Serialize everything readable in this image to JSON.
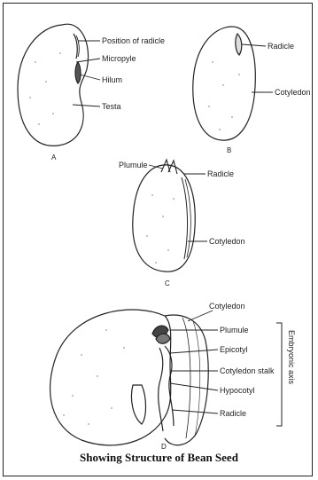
{
  "figures": {
    "A": {
      "letter": "A",
      "labels": [
        "Position of radicle",
        "Micropyle",
        "Hilum",
        "Testa"
      ]
    },
    "B": {
      "letter": "B",
      "labels": [
        "Radicle",
        "Cotyledon"
      ]
    },
    "C": {
      "letter": "C",
      "labels": [
        "Plumule",
        "Radicle",
        "Cotyledon"
      ]
    },
    "D": {
      "letter": "D",
      "labels": [
        "Cotyledon",
        "Plumule",
        "Epicotyl",
        "Cotyledon stalk",
        "Hypocotyl",
        "Radicle"
      ],
      "bracket_label": "Embryonic axis"
    }
  },
  "caption": "Showing Structure of Bean Seed"
}
